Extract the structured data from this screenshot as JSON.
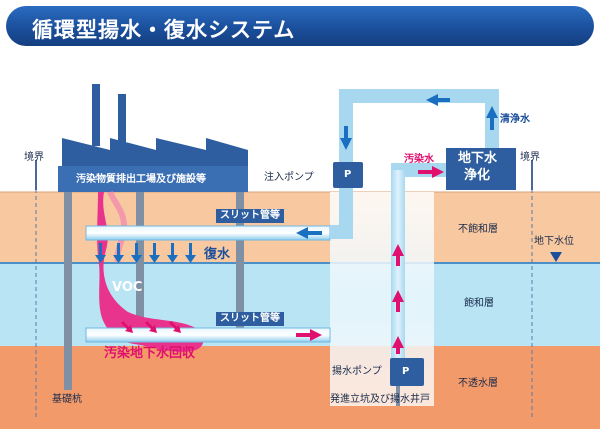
{
  "title": "循環型揚水・復水システム",
  "labels": {
    "boundary_left": "境界",
    "boundary_right": "境界",
    "factory": "汚染物質排出工場及び施設等",
    "injection_pump": "注入ポンプ",
    "pump_symbol_top": "P",
    "pump_symbol_bottom": "P",
    "contaminated_water": "汚染水",
    "purification_line1": "地下水",
    "purification_line2": "浄化",
    "clean_water": "清浄水",
    "slit_pipe_upper": "スリット管等",
    "slit_pipe_lower": "スリット管等",
    "reinjection": "復水",
    "voc": "VOC",
    "recovery": "汚染地下水回収",
    "unsaturated_layer": "不飽和層",
    "groundwater_level": "地下水位",
    "saturated_layer": "飽和層",
    "impermeable_layer": "不透水層",
    "pumping_pump": "揚水ポンプ",
    "shaft_well": "発進立坑及び揚水井戸",
    "foundation_pile": "基礎杭"
  },
  "colors": {
    "title_bar": "#1b4f9c",
    "unsaturated": "#f8c9a0",
    "saturated": "#b8e4f4",
    "impermeable": "#f39a6a",
    "building": "#3a6fb4",
    "pipe": "#a8d8f0",
    "arrow_blue": "#1b6fc0",
    "arrow_pink": "#e0106e",
    "voc_plume": "#e8348c"
  }
}
